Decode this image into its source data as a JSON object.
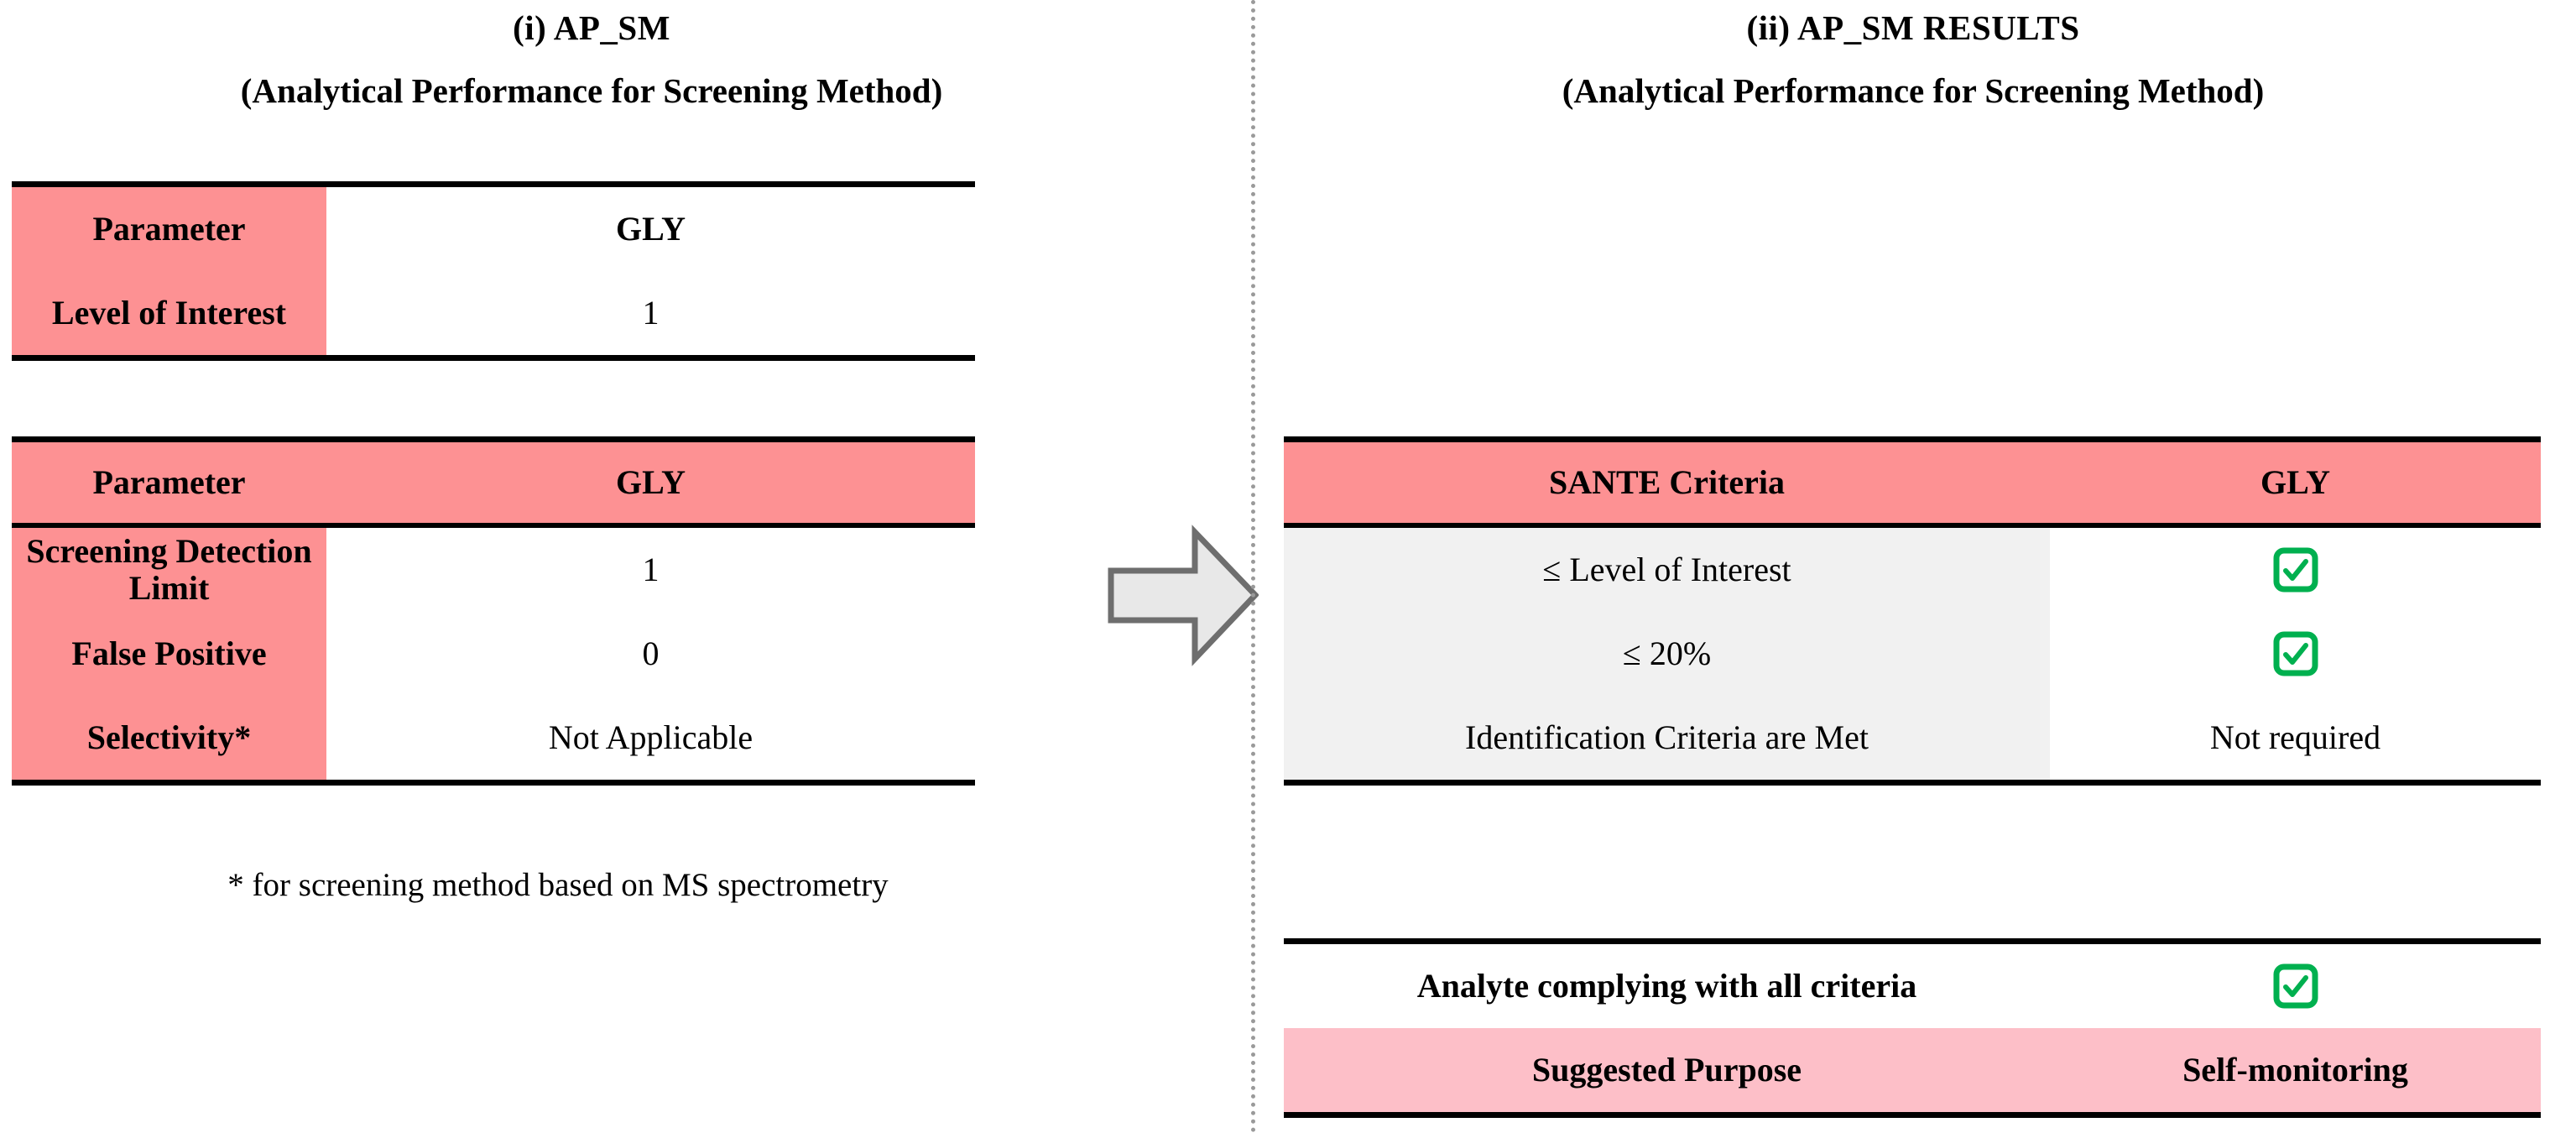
{
  "left": {
    "heading": {
      "line1": "(i)  AP_SM",
      "line2": "(Analytical Performance for Screening Method)"
    },
    "table_level_of_interest": {
      "columns": [
        "Parameter",
        "GLY"
      ],
      "rows": [
        {
          "label": "Level of Interest",
          "value": "1"
        }
      ]
    },
    "table_parameters": {
      "columns": [
        "Parameter",
        "GLY"
      ],
      "rows": [
        {
          "label": "Screening Detection Limit",
          "value": "1"
        },
        {
          "label": "False Positive",
          "value": "0"
        },
        {
          "label": "Selectivity*",
          "value": "Not Applicable"
        }
      ]
    },
    "footnote": "* for screening method based on MS spectrometry"
  },
  "arrow": {
    "icon": "right-arrow-icon"
  },
  "right": {
    "heading": {
      "line1": "(ii) AP_SM  RESULTS",
      "line2": "(Analytical Performance for Screening Method)"
    },
    "table_sante": {
      "columns": [
        "SANTE Criteria",
        "GLY"
      ],
      "rows": [
        {
          "criterion": "≤ Level of Interest",
          "value": "",
          "icon": "green-check-icon"
        },
        {
          "criterion": "≤ 20%",
          "value": "",
          "icon": "green-check-icon"
        },
        {
          "criterion": "Identification Criteria are Met",
          "value": "Not required",
          "icon": ""
        }
      ]
    },
    "table_verdict": {
      "rows": [
        {
          "label": "Analyte complying with all criteria",
          "value": "",
          "icon": "green-check-icon"
        },
        {
          "label": "Suggested Purpose",
          "value": "Self-monitoring",
          "icon": ""
        }
      ]
    }
  },
  "colors": {
    "pink_header": "#fd9193",
    "pink_light": "#fdbfc8",
    "gray_cell": "#f1f1f1",
    "check_green": "#00b04f",
    "rule_black": "#000000",
    "divider_gray": "#9a9a9a",
    "arrow_fill": "#e8e8e8",
    "arrow_stroke": "#6e6e6e"
  }
}
